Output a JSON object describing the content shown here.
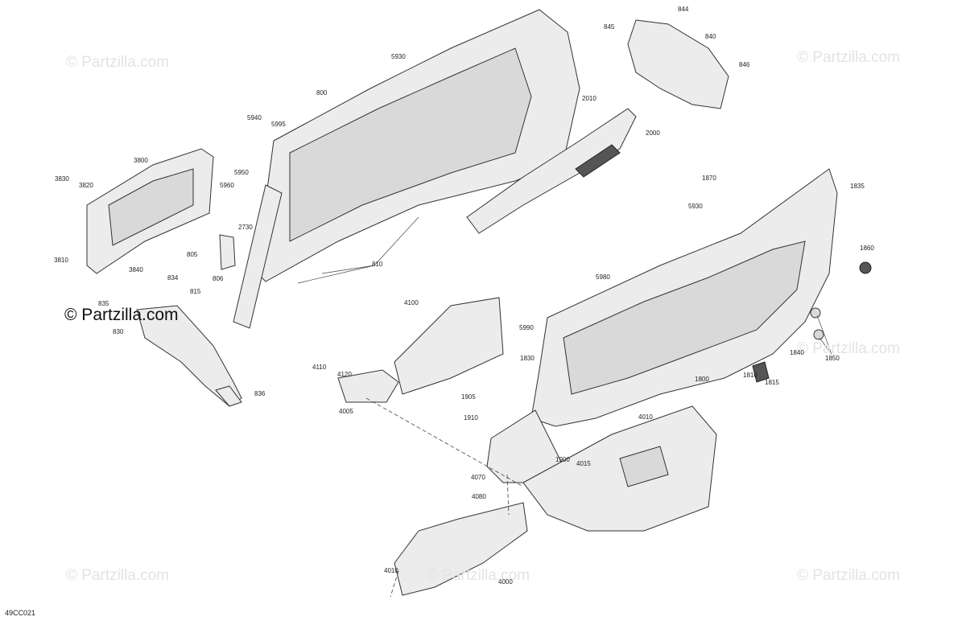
{
  "diagram": {
    "watermark": "© Partzilla.com",
    "figure_code": "49CC021",
    "callouts": [
      "844",
      "845",
      "840",
      "846",
      "5930",
      "800",
      "2010",
      "2000",
      "5940",
      "5995",
      "3800",
      "5950",
      "5960",
      "3830",
      "3820",
      "2730",
      "1870",
      "1835",
      "805",
      "806",
      "810",
      "3810",
      "3840",
      "834",
      "815",
      "835",
      "830",
      "836",
      "5930",
      "1860",
      "5980",
      "4100",
      "5990",
      "4110",
      "4120",
      "4005",
      "1830",
      "1840",
      "1850",
      "1810",
      "1815",
      "1800",
      "1905",
      "1910",
      "4010",
      "1900",
      "4015",
      "4070",
      "4080",
      "4010",
      "4000"
    ]
  }
}
